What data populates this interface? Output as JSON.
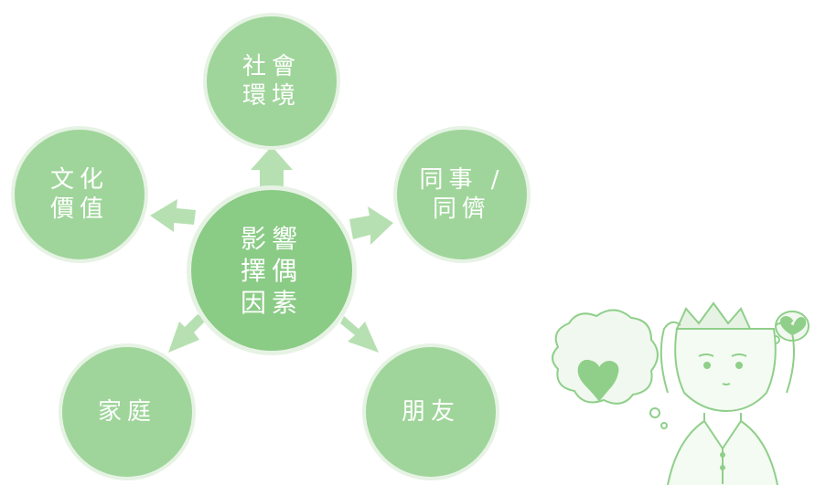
{
  "center": {
    "lines": [
      "影響",
      "擇偶",
      "因素"
    ]
  },
  "nodes": {
    "society": {
      "lines": [
        "社會",
        "環境"
      ]
    },
    "culture": {
      "lines": [
        "文化",
        "價值"
      ]
    },
    "colleagues": {
      "lines": [
        "同事 /",
        "同儕"
      ]
    },
    "family": {
      "lines": [
        "家庭"
      ]
    },
    "friends": {
      "lines": [
        "朋友"
      ]
    }
  },
  "colors": {
    "circle": "#9fd59a",
    "center_circle": "#8acb85",
    "arrow": "#b7e0b2",
    "circle_ring": "#e6f3e4",
    "illustration_line": "#8fcf8a"
  },
  "illustration": {
    "icons": [
      "thought-bubble-heart-icon",
      "broken-heart-icon",
      "crowned-prince-icon"
    ]
  }
}
